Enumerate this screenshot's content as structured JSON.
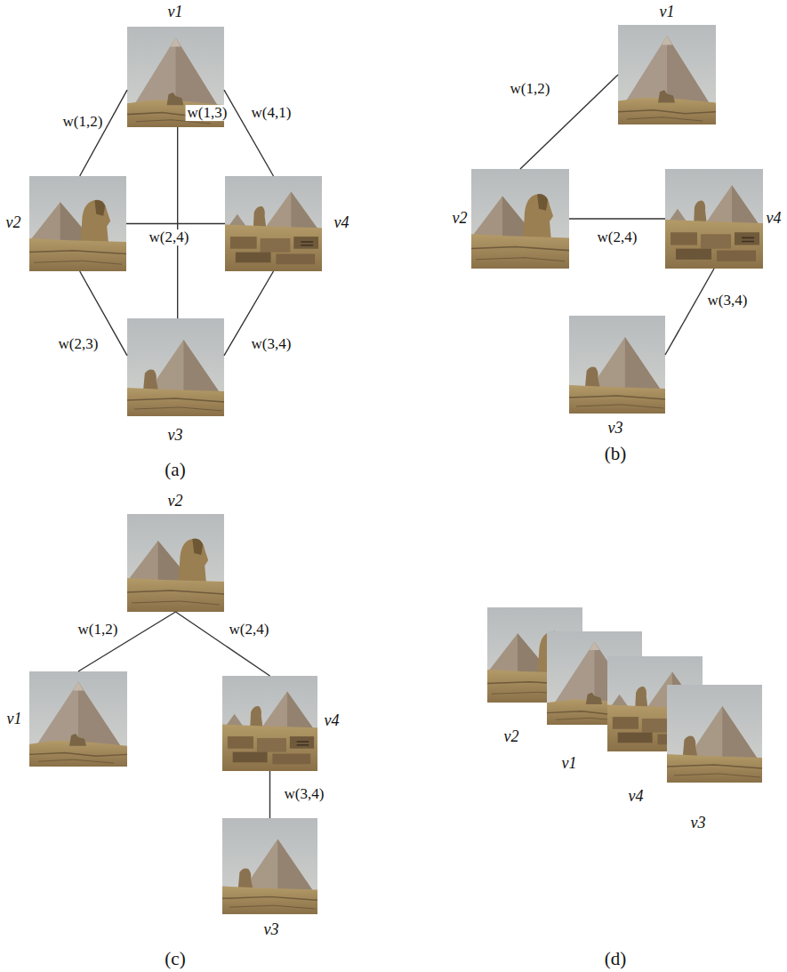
{
  "diagram": {
    "nodes": [
      {
        "text": [
          "v1"
        ]
      },
      {
        "text": [
          "v2"
        ]
      },
      {
        "text": [
          "v4"
        ]
      },
      {
        "text": [
          "v3"
        ]
      },
      {
        "text": [
          "v1"
        ]
      },
      {
        "text": [
          "v2"
        ]
      },
      {
        "text": [
          "v4"
        ]
      },
      {
        "text": [
          "v3"
        ]
      },
      {
        "text": [
          "v2"
        ]
      },
      {
        "text": [
          "v1"
        ]
      },
      {
        "text": [
          "v4"
        ]
      },
      {
        "text": [
          "v3"
        ]
      },
      {
        "text": [
          "v2"
        ]
      },
      {
        "text": [
          "v1"
        ]
      },
      {
        "text": [
          "v4"
        ]
      },
      {
        "text": [
          "v3"
        ]
      }
    ],
    "edges": [
      {
        "from": 0,
        "to": 1,
        "arrow": "none",
        "label": "w(1,2)"
      },
      {
        "from": 0,
        "to": 3,
        "arrow": "none",
        "label": "w(1,3)"
      },
      {
        "from": 2,
        "to": 0,
        "arrow": "none",
        "label": "w(4,1)"
      },
      {
        "from": 1,
        "to": 2,
        "arrow": "none",
        "label": "w(2,4)"
      },
      {
        "from": 1,
        "to": 3,
        "arrow": "none",
        "label": "w(2,3)"
      },
      {
        "from": 3,
        "to": 2,
        "arrow": "none",
        "label": "w(3,4)"
      },
      {
        "from": 4,
        "to": 5,
        "arrow": "none",
        "label": "w(1,2)"
      },
      {
        "from": 5,
        "to": 6,
        "arrow": "none",
        "label": "w(2,4)"
      },
      {
        "from": 7,
        "to": 6,
        "arrow": "none",
        "label": "w(3,4)"
      },
      {
        "from": 8,
        "to": 9,
        "arrow": "none",
        "label": "w(1,2)"
      },
      {
        "from": 8,
        "to": 10,
        "arrow": "none",
        "label": "w(2,4)"
      },
      {
        "from": 10,
        "to": 11,
        "arrow": "none",
        "label": "w(3,4)"
      }
    ],
    "labels": [
      "(a)",
      "(b)",
      "(c)",
      "(d)"
    ]
  }
}
